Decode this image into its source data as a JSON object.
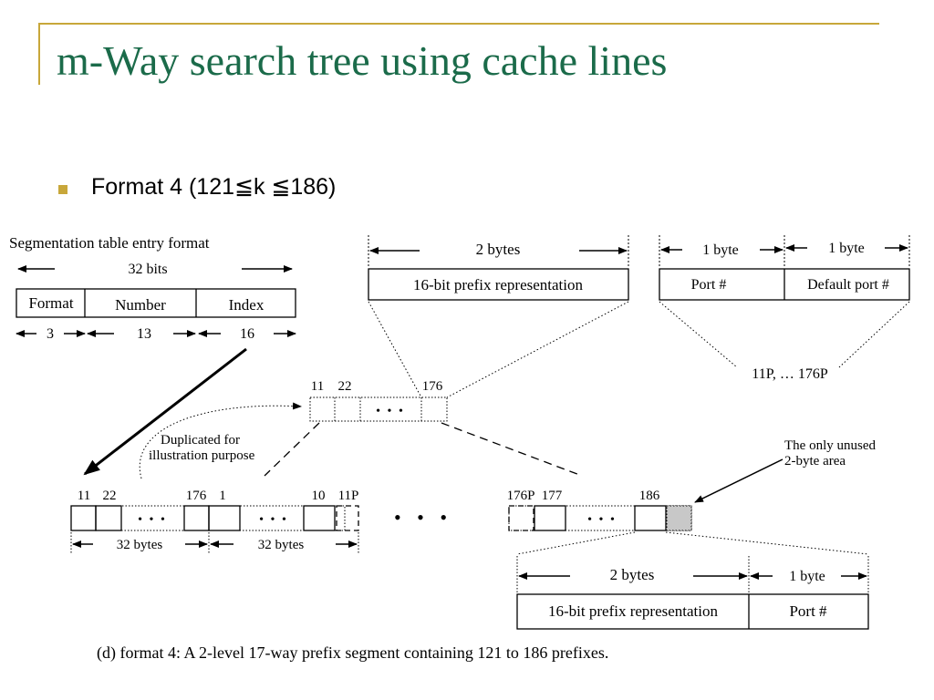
{
  "slide": {
    "title": "m-Way search tree using cache lines",
    "bullet": "Format 4 (121≦k ≦186)"
  },
  "diagram": {
    "seg_title": "Segmentation table entry format",
    "seg_width": "32 bits",
    "seg_fields": [
      "Format",
      "Number",
      "Index"
    ],
    "seg_sizes": [
      "3",
      "13",
      "16"
    ],
    "top_width": "2 bytes",
    "top_box": "16-bit prefix representation",
    "port_width_1": "1 byte",
    "port_width_2": "1 byte",
    "port_box_1": "Port #",
    "port_box_2": "Default port #",
    "port_range": "11P, … 176P",
    "mid_labels": [
      "11",
      "22",
      "176"
    ],
    "mid_dots": "• • •",
    "dup_note_1": "Duplicated for",
    "dup_note_2": "illustration purpose",
    "bl_labels": [
      "11",
      "22",
      "176",
      "1",
      "10",
      "11P"
    ],
    "bl_dots": "• • •",
    "bl_width_1": "32 bytes",
    "bl_width_2": "32 bytes",
    "between_dots": "• • •",
    "br_labels": [
      "176P",
      "177",
      "186"
    ],
    "unused_note_1": "The only unused",
    "unused_note_2": "2-byte area",
    "bot_width_1": "2 bytes",
    "bot_width_2": "1 byte",
    "bot_box_1": "16-bit prefix representation",
    "bot_box_2": "Port #",
    "caption": "(d) format 4: A 2-level 17-way prefix segment containing 121 to 186 prefixes."
  },
  "colors": {
    "title": "#1b6b4a",
    "accent": "#c8a73a",
    "unused_fill": "#c8c8c8"
  }
}
